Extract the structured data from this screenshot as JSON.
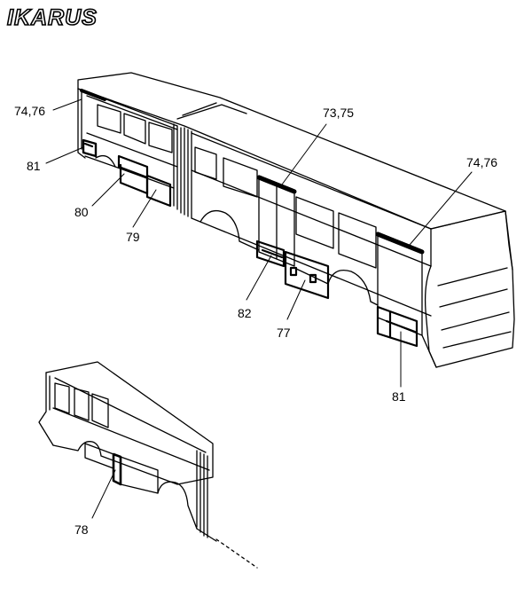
{
  "brand": {
    "logo_text": "IKARUS"
  },
  "callouts": [
    {
      "id": "74-76-rear",
      "text": "74,76"
    },
    {
      "id": "81-rear",
      "text": "81"
    },
    {
      "id": "80",
      "text": "80"
    },
    {
      "id": "79",
      "text": "79"
    },
    {
      "id": "73-75",
      "text": "73,75"
    },
    {
      "id": "74-76-front",
      "text": "74,76"
    },
    {
      "id": "82",
      "text": "82"
    },
    {
      "id": "77",
      "text": "77"
    },
    {
      "id": "81-front",
      "text": "81"
    },
    {
      "id": "78",
      "text": "78"
    }
  ],
  "colors": {
    "ink": "#000000",
    "paper": "#ffffff"
  }
}
